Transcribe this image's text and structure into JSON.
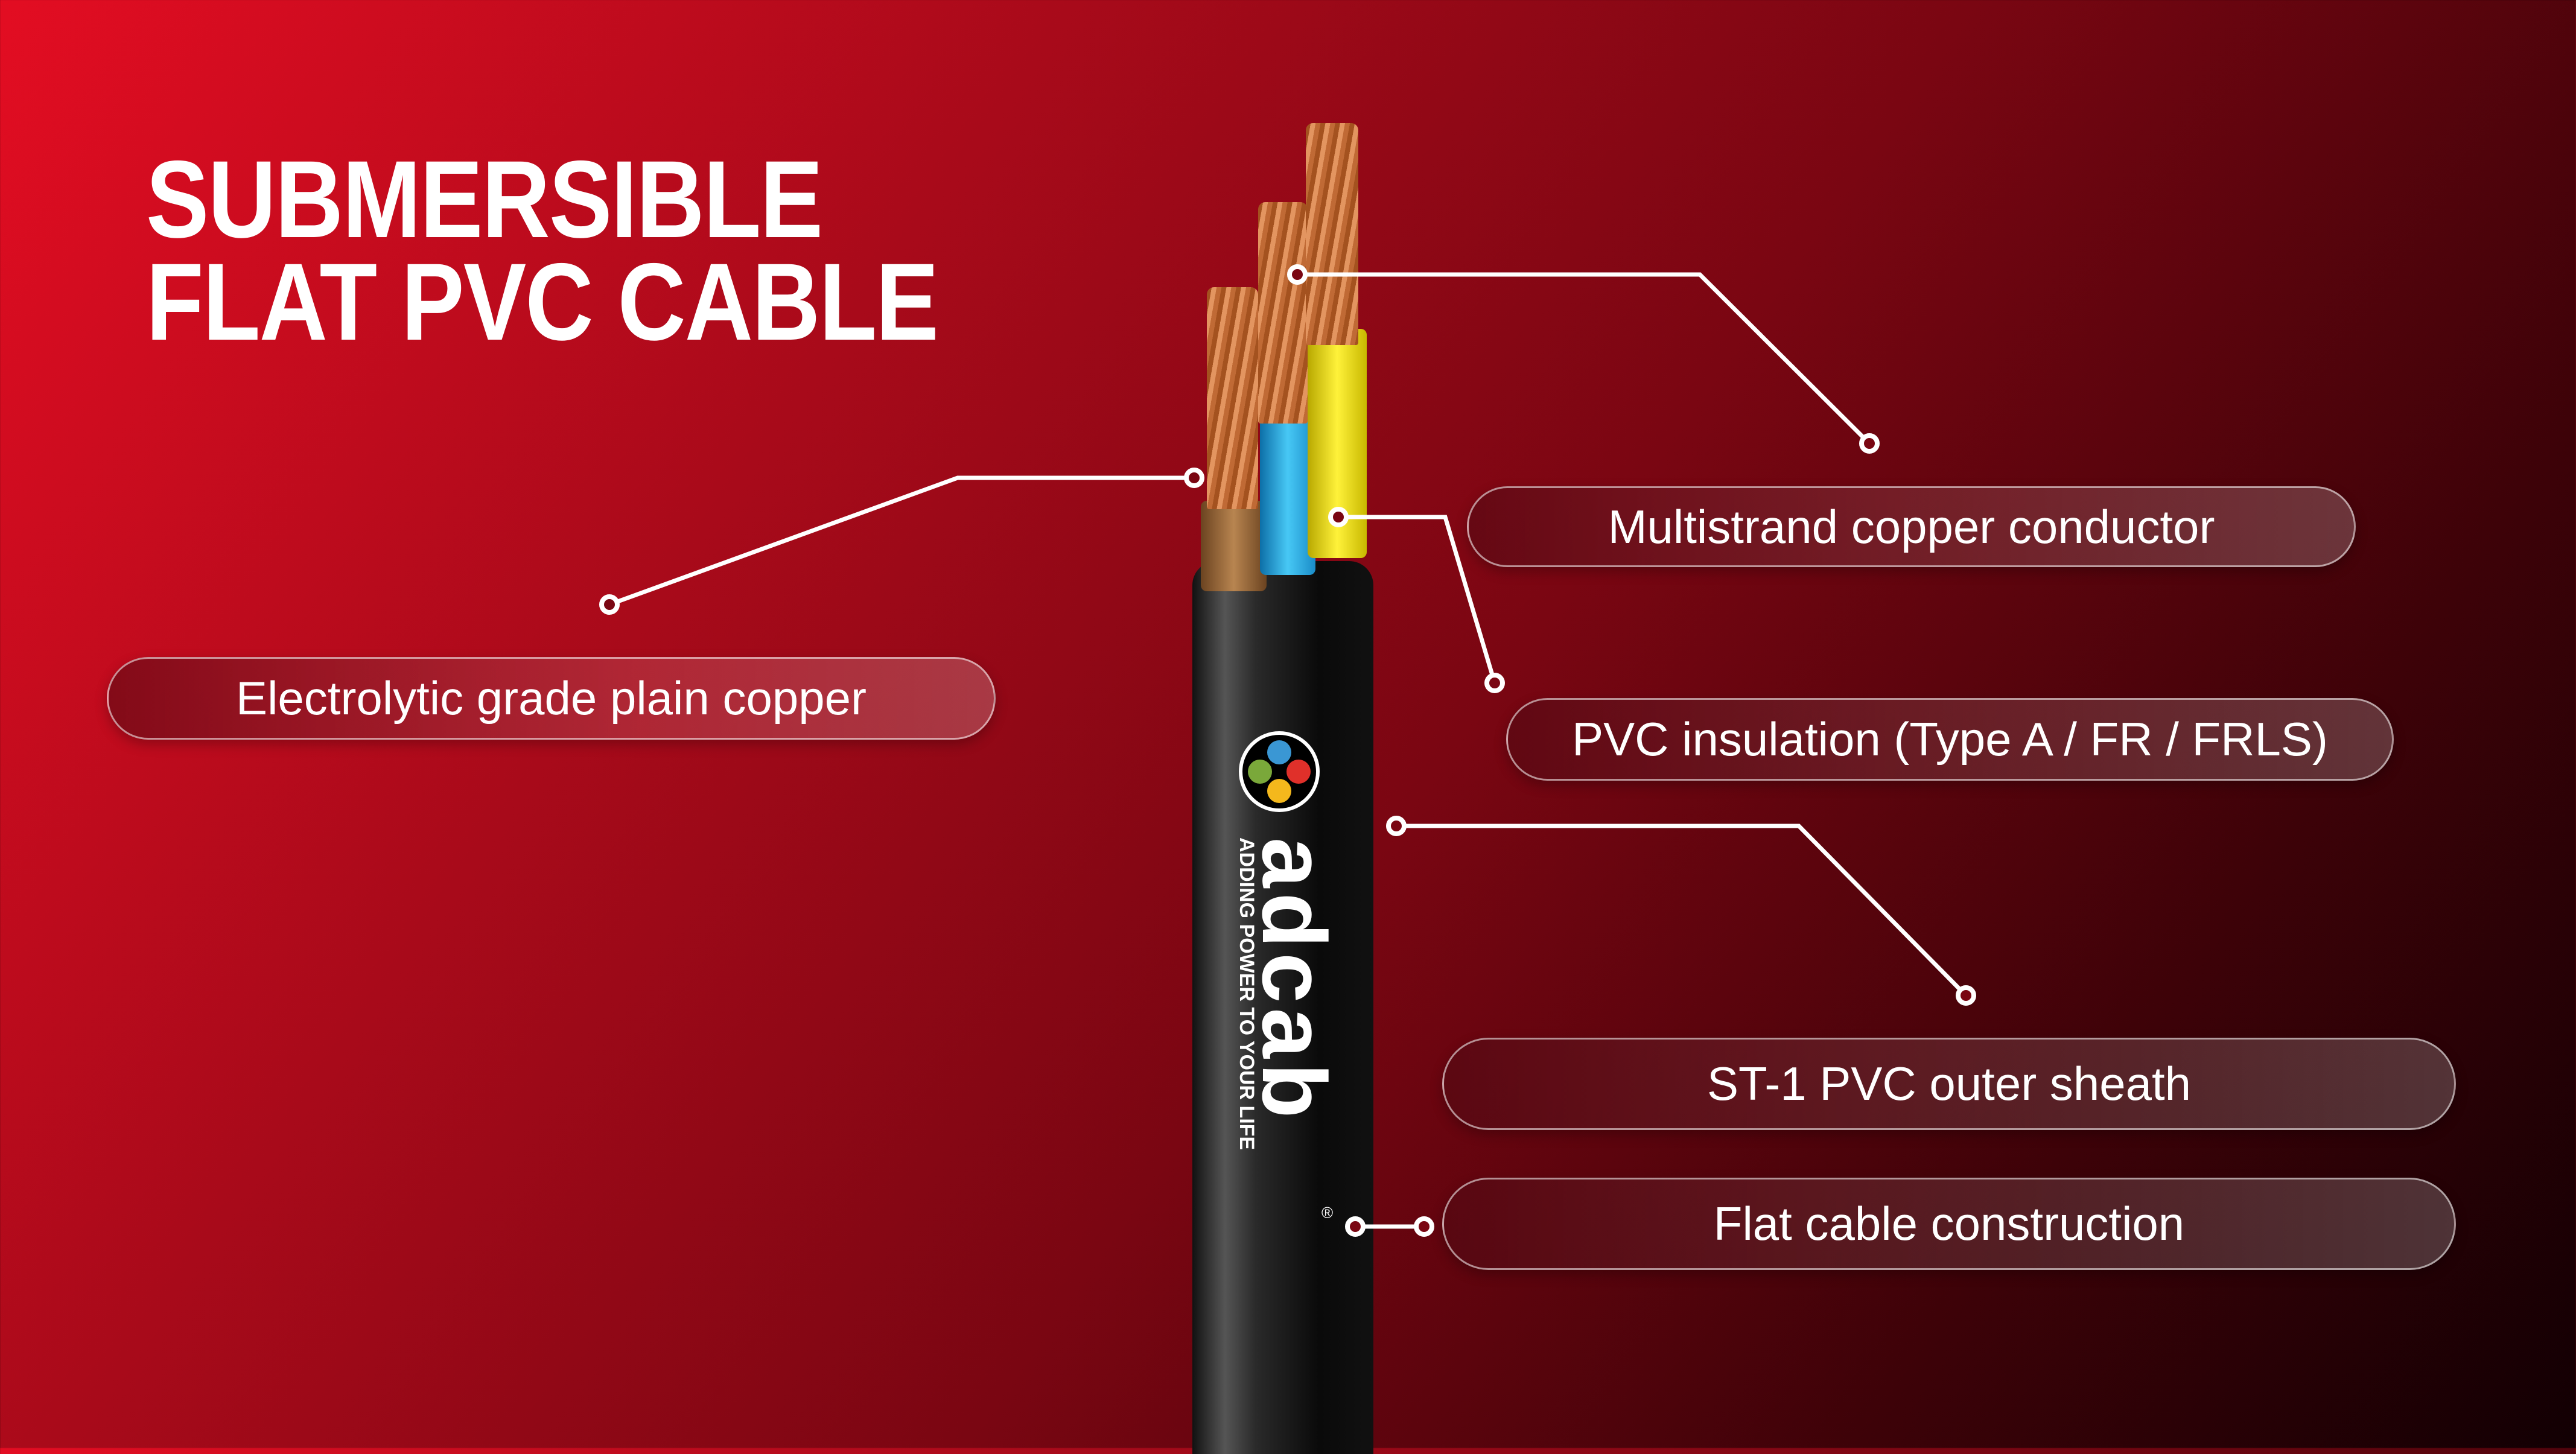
{
  "title": {
    "line1": "SUBMERSIBLE",
    "line2": "FLAT PVC CABLE"
  },
  "labels": [
    "Electrolytic grade plain copper",
    "Multistrand copper conductor",
    "PVC insulation (Type A / FR / FRLS)",
    "ST-1 PVC outer sheath",
    "Flat cable construction"
  ],
  "brand": {
    "name": "adcab",
    "tagline": "ADDING POWER TO YOUR LIFE",
    "registered": "®"
  },
  "colors": {
    "insulation_brown": "#8a5a2b",
    "insulation_blue": "#1fa8e0",
    "insulation_yellow": "#f0e020",
    "sheath": "#111111"
  }
}
